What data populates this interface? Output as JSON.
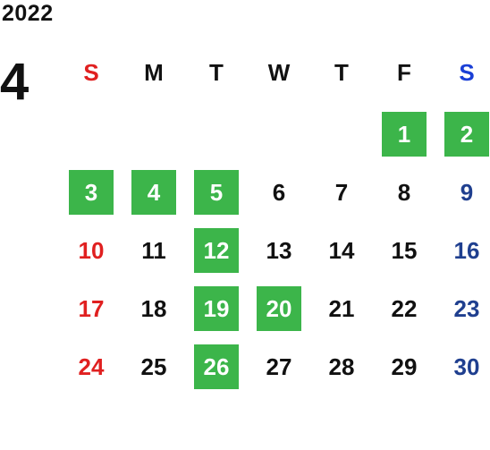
{
  "calendar": {
    "year": "2022",
    "month": "4",
    "colors": {
      "highlight_bg": "#3cb54a",
      "sunday": "#e02020",
      "saturday_header": "#1a3fd6",
      "saturday": "#1f3f8f",
      "weekday": "#111111",
      "highlight_text": "#ffffff"
    },
    "weekdays": [
      "S",
      "M",
      "T",
      "W",
      "T",
      "F",
      "S"
    ],
    "weeks": [
      [
        {
          "label": "",
          "highlighted": false
        },
        {
          "label": "",
          "highlighted": false
        },
        {
          "label": "",
          "highlighted": false
        },
        {
          "label": "",
          "highlighted": false
        },
        {
          "label": "",
          "highlighted": false
        },
        {
          "label": "1",
          "highlighted": true
        },
        {
          "label": "2",
          "highlighted": true
        }
      ],
      [
        {
          "label": "3",
          "highlighted": true
        },
        {
          "label": "4",
          "highlighted": true
        },
        {
          "label": "5",
          "highlighted": true
        },
        {
          "label": "6",
          "highlighted": false
        },
        {
          "label": "7",
          "highlighted": false
        },
        {
          "label": "8",
          "highlighted": false
        },
        {
          "label": "9",
          "highlighted": false
        }
      ],
      [
        {
          "label": "10",
          "highlighted": false
        },
        {
          "label": "11",
          "highlighted": false
        },
        {
          "label": "12",
          "highlighted": true
        },
        {
          "label": "13",
          "highlighted": false
        },
        {
          "label": "14",
          "highlighted": false
        },
        {
          "label": "15",
          "highlighted": false
        },
        {
          "label": "16",
          "highlighted": false
        }
      ],
      [
        {
          "label": "17",
          "highlighted": false
        },
        {
          "label": "18",
          "highlighted": false
        },
        {
          "label": "19",
          "highlighted": true
        },
        {
          "label": "20",
          "highlighted": true
        },
        {
          "label": "21",
          "highlighted": false
        },
        {
          "label": "22",
          "highlighted": false
        },
        {
          "label": "23",
          "highlighted": false
        }
      ],
      [
        {
          "label": "24",
          "highlighted": false
        },
        {
          "label": "25",
          "highlighted": false
        },
        {
          "label": "26",
          "highlighted": true
        },
        {
          "label": "27",
          "highlighted": false
        },
        {
          "label": "28",
          "highlighted": false
        },
        {
          "label": "29",
          "highlighted": false
        },
        {
          "label": "30",
          "highlighted": false
        }
      ]
    ]
  }
}
